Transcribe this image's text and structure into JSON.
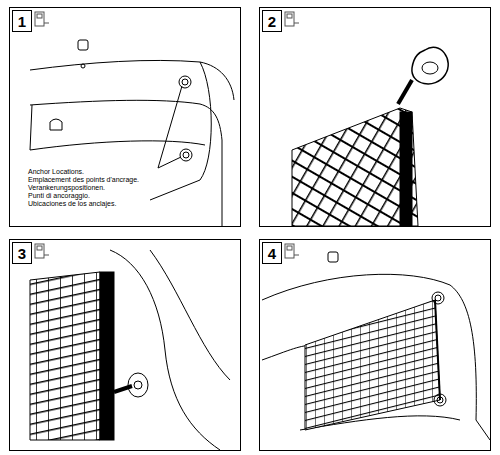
{
  "diagram": {
    "nodes": [
      {
        "text": [
          "1"
        ]
      },
      {
        "text": [
          "2"
        ]
      },
      {
        "text": [
          "3"
        ]
      },
      {
        "text": [
          "4"
        ]
      }
    ],
    "labels": [
      "Anchor Locations.",
      "Emplacement des points d'ancrage.",
      "Verankerungspositionen.",
      "Punti di ancoraggio.",
      "Ubicaciones de los anclajes."
    ]
  }
}
